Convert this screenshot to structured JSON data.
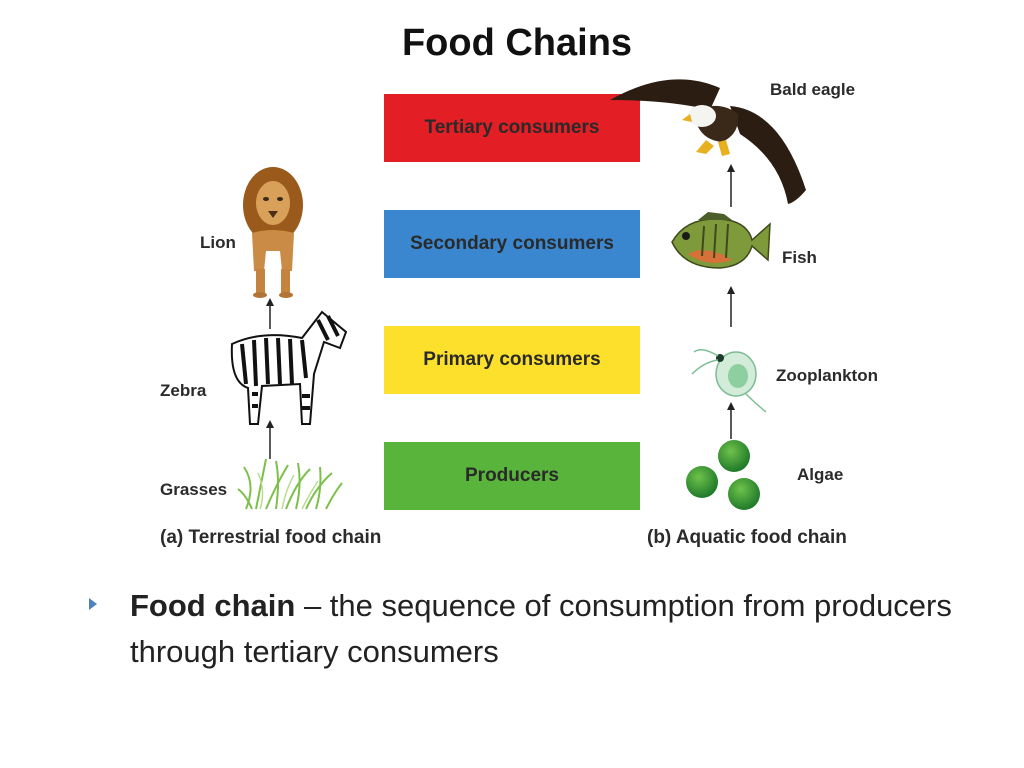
{
  "slide": {
    "title": "Food Chains"
  },
  "trophic_levels": {
    "tertiary": {
      "label": "Tertiary consumers",
      "color": "#e31e24"
    },
    "secondary": {
      "label": "Secondary consumers",
      "color": "#3a87cf"
    },
    "primary": {
      "label": "Primary consumers",
      "color": "#fde02c"
    },
    "producers": {
      "label": "Producers",
      "color": "#58b43a"
    }
  },
  "terrestrial": {
    "caption": "(a) Terrestrial food chain",
    "organisms": {
      "secondary": "Lion",
      "primary": "Zebra",
      "producer": "Grasses"
    }
  },
  "aquatic": {
    "caption": "(b) Aquatic food chain",
    "organisms": {
      "tertiary": "Bald eagle",
      "secondary": "Fish",
      "primary": "Zooplankton",
      "producer": "Algae"
    }
  },
  "bullet": {
    "term": "Food chain",
    "definition": " – the sequence of consumption from producers through tertiary consumers"
  }
}
